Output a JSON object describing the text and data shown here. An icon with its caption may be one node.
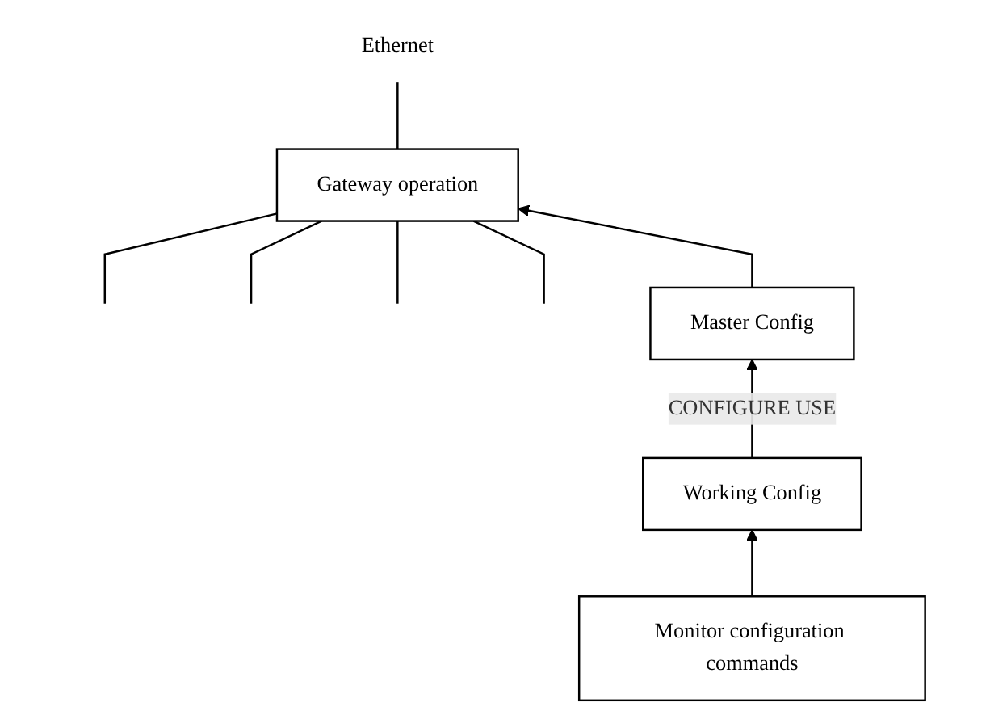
{
  "diagram": {
    "nodes": [
      {
        "text": [
          "Ethernet"
        ]
      },
      {
        "text": [
          "Gateway operation"
        ]
      },
      {
        "text": [
          "Monitor configuration commands"
        ]
      },
      {
        "text": [
          "Master Config"
        ]
      },
      {
        "text": [
          "Working Config"
        ]
      }
    ],
    "edges": [
      {
        "from": null,
        "to": 1,
        "arrow": "none"
      },
      {
        "from": null,
        "to": 1,
        "arrow": "none"
      },
      {
        "from": null,
        "to": 1,
        "arrow": "none"
      },
      {
        "from": null,
        "to": 1,
        "arrow": "none"
      },
      {
        "from": 1,
        "to": 0,
        "arrow": "none"
      },
      {
        "from": 3,
        "to": 1,
        "arrow": "to"
      },
      {
        "from": 2,
        "to": 4,
        "arrow": "to"
      },
      {
        "from": 4,
        "to": 3,
        "arrow": "to",
        "label": "CONFIGURE USE"
      }
    ]
  }
}
